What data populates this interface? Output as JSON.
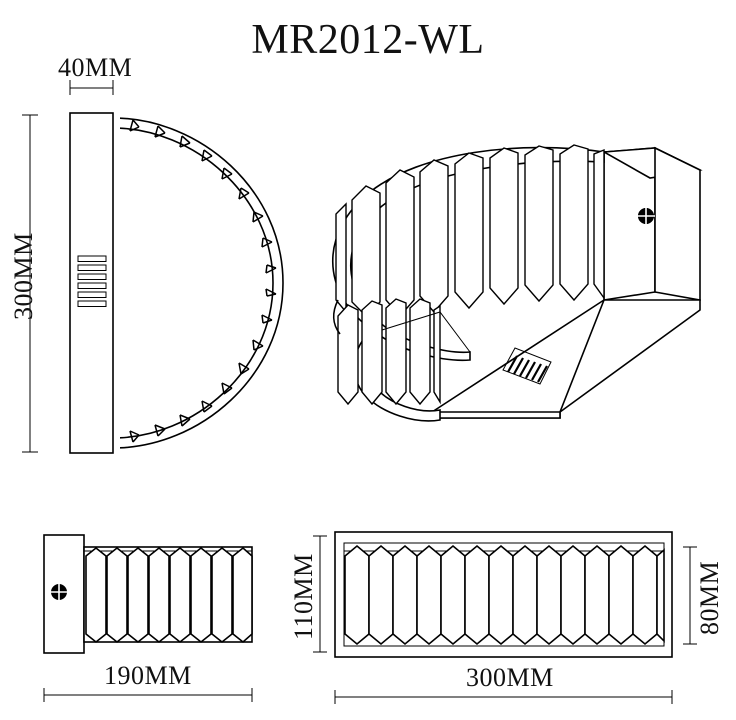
{
  "drawing": {
    "title": "MR2012-WL",
    "units": "MM",
    "background_color": "#ffffff",
    "line_color": "#000000",
    "product_type": "crystal wall lamp technical drawing"
  },
  "dimensions": {
    "depth": "40MM",
    "height_side": "300MM",
    "depth_top": "190MM",
    "width_front": "300MM",
    "height_top_view": "110MM",
    "height_front": "80MM"
  },
  "views": {
    "side": {
      "name": "side-view",
      "label": "side elevation with backplate and crystal arc",
      "vent_slot_count": 6
    },
    "perspective": {
      "name": "perspective-view",
      "label": "3D perspective of curved crystal wall lamp",
      "crystal_bar_count": 9,
      "vent_slot_count": 6,
      "screw": "cross-head screw"
    },
    "top": {
      "name": "top-view",
      "label": "top plan view",
      "crystal_bar_count": 8,
      "screw": "cross-head screw"
    },
    "front": {
      "name": "front-view",
      "label": "front elevation",
      "crystal_bar_count": 13
    }
  }
}
